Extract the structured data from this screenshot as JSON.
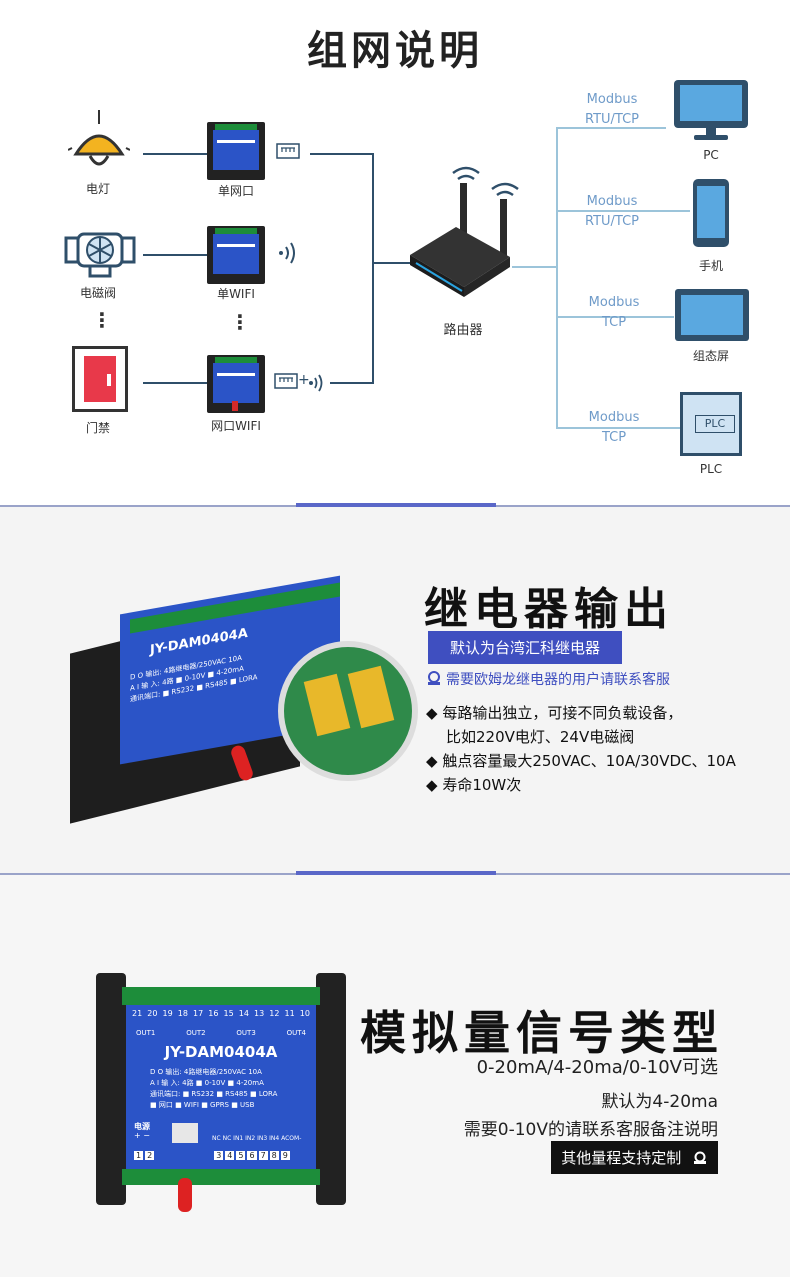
{
  "section1": {
    "title": "组网说明",
    "devices": {
      "lamp": "电灯",
      "valve": "电磁阀",
      "door": "门禁",
      "single_lan": "单网口",
      "single_wifi": "单WIFI",
      "lan_wifi": "网口WIFI",
      "router": "路由器"
    },
    "clients": [
      {
        "label": "PC",
        "proto1": "Modbus",
        "proto2": "RTU/TCP"
      },
      {
        "label": "手机",
        "proto1": "Modbus",
        "proto2": "RTU/TCP"
      },
      {
        "label": "组态屏",
        "proto1": "Modbus",
        "proto2": "TCP"
      },
      {
        "label": "PLC",
        "proto1": "Modbus",
        "proto2": "TCP",
        "screen_text": "PLC"
      }
    ],
    "plus_symbol": "+",
    "dots": "⋮"
  },
  "section2": {
    "title": "继电器输出",
    "badge": "默认为台湾汇科继电器",
    "note": "需要欧姆龙继电器的用户请联系客服",
    "bullets": [
      "每路输出独立，可接不同负载设备，",
      "比如220V电灯、24V电磁阀",
      "触点容量最大250VAC、10A/30VDC、10A",
      "寿命10W次"
    ],
    "bullet_mark": "◆"
  },
  "section3": {
    "title": "模拟量信号类型",
    "line1": "0-20mA/4-20ma/0-10V可选",
    "line2": "默认为4-20ma",
    "line3": "需要0-10V的请联系客服备注说明",
    "badge": "其他量程支持定制"
  },
  "device": {
    "model": "JY-DAM0404A",
    "terms_top": [
      "21",
      "20",
      "19",
      "18",
      "17",
      "16",
      "15",
      "14",
      "13",
      "12",
      "11",
      "10"
    ],
    "outs": [
      "OUT1",
      "OUT2",
      "OUT3",
      "OUT4"
    ],
    "spec1": "D O 输出:  4路继电器/250VAC 10A",
    "spec2": "A I 输 入:  4路 ■ 0-10V  ■ 4-20mA",
    "spec3": "通讯端口:  ■ RS232 ■ RS485 ■ LORA",
    "spec4": "■ 网口  ■ WIFI  ■ GPRS ■ USB",
    "power": "电源",
    "power_pm": "+  −",
    "bottom_labels": "NC  NC  IN1  IN2  IN3  IN4 ACOM-",
    "terms_bottom": [
      "1",
      "2",
      "3",
      "4",
      "5",
      "6",
      "7",
      "8",
      "9"
    ]
  },
  "colors": {
    "accent": "#3f4fc0",
    "device_blue": "#2b54c7",
    "terminal_green": "#1d8d3a"
  }
}
